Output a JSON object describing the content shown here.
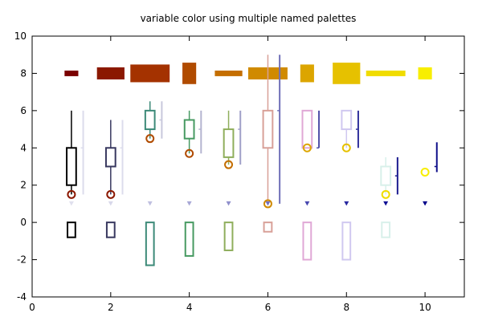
{
  "chart_data": {
    "type": "mixed",
    "title": "variable color using multiple named palettes",
    "xlabel": "",
    "ylabel": "",
    "xlim": [
      0,
      11
    ],
    "ylim": [
      -4,
      10
    ],
    "x_ticks": [
      0,
      2,
      4,
      6,
      8,
      10
    ],
    "y_ticks": [
      -4,
      -2,
      0,
      2,
      4,
      6,
      8,
      10
    ],
    "grid": false,
    "legend": "none",
    "series": [
      {
        "kind": "boxes-filled",
        "y_center": 8,
        "items": [
          {
            "x": 1,
            "width": 0.35,
            "height": 0.3,
            "color": "#7a0000"
          },
          {
            "x": 2,
            "width": 0.7,
            "height": 0.65,
            "color": "#8b1800"
          },
          {
            "x": 3,
            "width": 1.0,
            "height": 0.95,
            "color": "#a43200"
          },
          {
            "x": 4,
            "width": 0.35,
            "height": 1.15,
            "color": "#b04b00"
          },
          {
            "x": 5,
            "width": 0.7,
            "height": 0.3,
            "color": "#c46e00"
          },
          {
            "x": 6,
            "width": 1.0,
            "height": 0.65,
            "color": "#d08a00"
          },
          {
            "x": 7,
            "width": 0.35,
            "height": 0.95,
            "color": "#dca500"
          },
          {
            "x": 8,
            "width": 0.7,
            "height": 1.15,
            "color": "#e6c100"
          },
          {
            "x": 9,
            "width": 1.0,
            "height": 0.3,
            "color": "#f0dc00"
          },
          {
            "x": 10,
            "width": 0.35,
            "height": 0.65,
            "color": "#f8ee00"
          }
        ]
      },
      {
        "kind": "candlesticks",
        "items": [
          {
            "x": 1,
            "low": 1.5,
            "open": 2,
            "close": 4,
            "high": 6,
            "color": "#000000"
          },
          {
            "x": 2,
            "low": 1.5,
            "open": 3,
            "close": 4,
            "high": 5.5,
            "color": "#38385f"
          },
          {
            "x": 3,
            "low": 4.5,
            "open": 5,
            "close": 6,
            "high": 6.5,
            "color": "#3c8a78"
          },
          {
            "x": 4,
            "low": 3.7,
            "open": 4.5,
            "close": 5.5,
            "high": 6,
            "color": "#479a62"
          },
          {
            "x": 5,
            "low": 3.1,
            "open": 3.5,
            "close": 5,
            "high": 6,
            "color": "#8fae5c"
          },
          {
            "x": 6,
            "low": 1,
            "open": 4,
            "close": 6,
            "high": 9,
            "color": "#d8a098"
          },
          {
            "x": 7,
            "low": 4,
            "open": 4,
            "close": 6,
            "high": 6,
            "color": "#e0a8d6"
          },
          {
            "x": 8,
            "low": 4,
            "open": 5,
            "close": 6,
            "high": 6,
            "color": "#d0c8f0"
          },
          {
            "x": 9,
            "low": 1.5,
            "open": 2,
            "close": 3,
            "high": 3.5,
            "color": "#d8f0ea"
          }
        ]
      },
      {
        "kind": "open-circles",
        "items": [
          {
            "x": 1,
            "y": 1.5,
            "color": "#8b1800"
          },
          {
            "x": 2,
            "y": 1.5,
            "color": "#8b1800"
          },
          {
            "x": 3,
            "y": 4.5,
            "color": "#b04b00"
          },
          {
            "x": 4,
            "y": 3.7,
            "color": "#b04b00"
          },
          {
            "x": 5,
            "y": 3.1,
            "color": "#c46e00"
          },
          {
            "x": 6,
            "y": 1.0,
            "color": "#d08a00"
          },
          {
            "x": 7,
            "y": 4.0,
            "color": "#dca500"
          },
          {
            "x": 8,
            "y": 4.0,
            "color": "#e6c100"
          },
          {
            "x": 9,
            "y": 1.5,
            "color": "#f0dc00"
          },
          {
            "x": 10,
            "y": 2.7,
            "color": "#f8ee00"
          }
        ]
      },
      {
        "kind": "vertical-segments",
        "items": [
          {
            "x": 1.3,
            "y1": 1.5,
            "y2": 6,
            "mark": 4,
            "color": "#dcdcec"
          },
          {
            "x": 2.3,
            "y1": 1.5,
            "y2": 5.5,
            "mark": 4,
            "color": "#dcdcec"
          },
          {
            "x": 3.3,
            "y1": 4.5,
            "y2": 6.5,
            "mark": 5.5,
            "color": "#c8c8dc"
          },
          {
            "x": 4.3,
            "y1": 3.7,
            "y2": 6,
            "mark": 5,
            "color": "#b4b4d0"
          },
          {
            "x": 5.3,
            "y1": 3.1,
            "y2": 6,
            "mark": 5,
            "color": "#a0a0c8"
          },
          {
            "x": 6.3,
            "y1": 1,
            "y2": 9,
            "mark": 6,
            "color": "#7070b8"
          },
          {
            "x": 7.3,
            "y1": 4,
            "y2": 6,
            "mark": 4,
            "color": "#5050a8"
          },
          {
            "x": 8.3,
            "y1": 4,
            "y2": 6,
            "mark": 5,
            "color": "#30309c"
          },
          {
            "x": 9.3,
            "y1": 1.5,
            "y2": 3.5,
            "mark": 2.5,
            "color": "#1c1c90"
          },
          {
            "x": 10.3,
            "y1": 2.7,
            "y2": 4.3,
            "mark": 3,
            "color": "#10108a"
          }
        ]
      },
      {
        "kind": "triangles-down",
        "items": [
          {
            "x": 1,
            "y": 1,
            "color": "#e0e0ee"
          },
          {
            "x": 2,
            "y": 1,
            "color": "#d8d8ea"
          },
          {
            "x": 3,
            "y": 1,
            "color": "#c0c0e0"
          },
          {
            "x": 4,
            "y": 1,
            "color": "#a8a8d6"
          },
          {
            "x": 5,
            "y": 1,
            "color": "#9090cc"
          },
          {
            "x": 6,
            "y": 1,
            "color": "#7070c0"
          },
          {
            "x": 7,
            "y": 1,
            "color": "#4848b0"
          },
          {
            "x": 8,
            "y": 1,
            "color": "#2828a0"
          },
          {
            "x": 9,
            "y": 1,
            "color": "#101094"
          },
          {
            "x": 10,
            "y": 1,
            "color": "#00008a"
          }
        ]
      },
      {
        "kind": "boxes-outline",
        "y_top": 0,
        "items": [
          {
            "x": 1,
            "width": 0.2,
            "low": -0.8,
            "color": "#000000"
          },
          {
            "x": 2,
            "width": 0.2,
            "low": -0.8,
            "color": "#38385f"
          },
          {
            "x": 3,
            "width": 0.2,
            "low": -2.3,
            "color": "#3c8a78"
          },
          {
            "x": 4,
            "width": 0.2,
            "low": -1.8,
            "color": "#479a62"
          },
          {
            "x": 5,
            "width": 0.2,
            "low": -1.5,
            "color": "#8fae5c"
          },
          {
            "x": 6,
            "width": 0.2,
            "low": -0.5,
            "color": "#d8a098"
          },
          {
            "x": 7,
            "width": 0.2,
            "low": -2.0,
            "color": "#e0a8d6"
          },
          {
            "x": 8,
            "width": 0.2,
            "low": -2.0,
            "color": "#d0c8f0"
          },
          {
            "x": 9,
            "width": 0.2,
            "low": -0.8,
            "color": "#d8f0ea"
          }
        ]
      }
    ]
  }
}
